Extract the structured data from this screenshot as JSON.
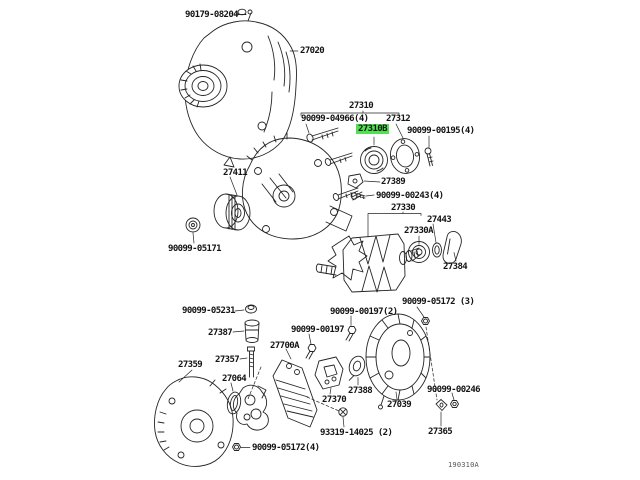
{
  "diagram": {
    "type": "exploded-parts-diagram",
    "subject": "alternator",
    "background_color": "#ffffff",
    "line_color": "#252525"
  },
  "labels": {
    "bolt_90179_08204": "90179-08204",
    "assembly_27020": "27020",
    "group_27310": "27310",
    "bolt_90099_04966": "90099-04966(4)",
    "retainer_27312": "27312",
    "bearing_27310b": "27310B",
    "bolt_90099_00195": "90099-00195(4)",
    "pulley_27411": "27411",
    "nut_90099_05171": "90099-05171",
    "terminal_27389": "27389",
    "bolt_90099_00243": "90099-00243(4)",
    "rotor_27330": "27330",
    "washer_27443": "27443",
    "bearing_27330a": "27330A",
    "cover_27384": "27384",
    "nut_90099_05172_3": "90099-05172 (3)",
    "cap_90099_05231": "90099-05231",
    "boot_27387": "27387",
    "stud_27357": "27357",
    "rear_cover_27359": "27359",
    "gasket_27064": "27064",
    "rectifier_27700a": "27700A",
    "bolt_90099_00197_2": "90099-00197(2)",
    "bolt_90099_00197": "90099-00197",
    "brush_holder_27370": "27370",
    "insulator_27388": "27388",
    "frame_27039": "27039",
    "screw_93319_14025": "93319-14025 (2)",
    "nut_90099_00246": "90099-00246",
    "insulator_27365": "27365",
    "nut_90099_05172_4": "90099-05172(4)"
  },
  "highlight": {
    "part_number": "27310B",
    "color": "#53e053"
  },
  "footer": {
    "diagram_code": "190310A"
  }
}
